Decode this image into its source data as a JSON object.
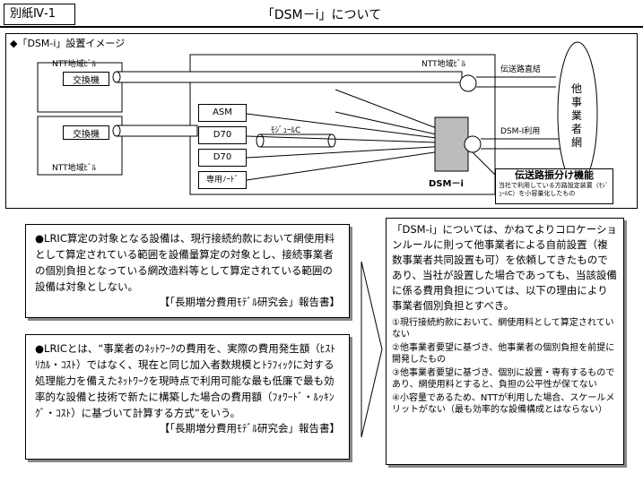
{
  "header": {
    "tag": "別紙Ⅳ-1",
    "title": "「DSM－i」について"
  },
  "diagram": {
    "title": "◆「DSM-i」設置イメージ",
    "ntt_building_top_left": "NTT地域ﾋﾞﾙ",
    "ntt_building_bottom_left": "NTT地域ﾋﾞﾙ",
    "ntt_building_main": "NTT地域ﾋﾞﾙ",
    "switch_top": "交換機",
    "switch_bottom": "交換機",
    "equipment": [
      "ASM",
      "D70",
      "D70",
      "専用ﾉｰﾄﾞ"
    ],
    "module_label": "ﾓｼﾞｭｰﾙC",
    "dsm_label": "DSM－i",
    "transmission_direct": "伝送路直結",
    "dsm_use": "DSM-I利用",
    "other_network": "他事業者網",
    "distribution_title": "伝送路振分け機能",
    "distribution_note": "当社で利用している方路設定装置（ﾓｼﾞｭｰﾙC）を小容量化したもの"
  },
  "left_panels": [
    {
      "text": "●LRIC算定の対象となる設備は、現行接続約款において網使用料として算定されている範囲を設備量算定の対象とし、接続事業者の個別負担となっている網改造料等として算定されている範囲の設備は対象としない。",
      "cite": "【「長期増分費用ﾓﾃﾞﾙ研究会」報告書】"
    },
    {
      "text": "●LRICとは、“事業者のﾈｯﾄﾜｰｸの費用を、実際の費用発生額（ﾋｽﾄﾘｶﾙ・ｺｽﾄ）ではなく、現在と同じ加入者数規模とﾄﾗﾌｨｯｸに対する処理能力を備えたﾈｯﾄﾜｰｸを現時点で利用可能な最も低廉で最も効率的な設備と技術で新たに構築した場合の費用額（ﾌｫﾜｰﾄﾞ・ﾙｯｷﾝｸﾞ・ｺｽﾄ）に基づいて計算する方式”をいう。",
      "cite": "【「長期増分費用ﾓﾃﾞﾙ研究会」報告書】"
    }
  ],
  "right_panel": {
    "intro": "「DSM-i」については、かねてよりコロケーションルールに則って他事業者による自前設置（複数事業者共同設置も可）を依頼してきたものであり、当社が設置した場合であっても、当該設備に係る費用負担については、以下の理由により事業者個別負担とすべき。",
    "reasons": [
      "①現行接続約款において、網使用料として算定されていない",
      "②他事業者要望に基づき、他事業者の個別負担を前提に開発したもの",
      "③他事業者要望に基づき、個別に設置・専有するものであり、網使用料とすると、負担の公平性が保てない",
      "④小容量であるため、NTTが利用した場合、スケールメリットがない（最も効率的な設備構成とはならない）"
    ]
  }
}
